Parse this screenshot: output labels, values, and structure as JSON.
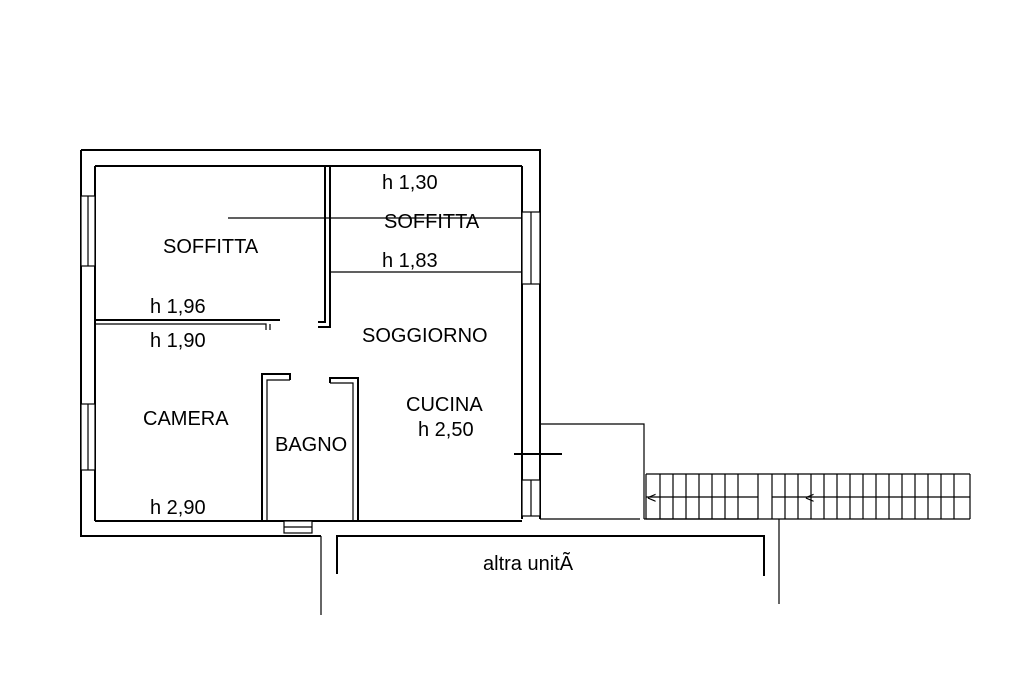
{
  "rooms": {
    "soffitta_left": "SOFFITTA",
    "soffitta_right": "SOFFITTA",
    "soggiorno": "SOGGIORNO",
    "cucina": "CUCINA",
    "camera": "CAMERA",
    "bagno": "BAGNO",
    "altra_unita": "altra unitÃ"
  },
  "heights": {
    "h_130": "h 1,30",
    "h_183": "h 1,83",
    "h_196": "h 1,96",
    "h_190": "h 1,90",
    "h_250": "h 2,50",
    "h_290": "h 2,90"
  },
  "stairs": {
    "arrow_glyph": "<"
  }
}
